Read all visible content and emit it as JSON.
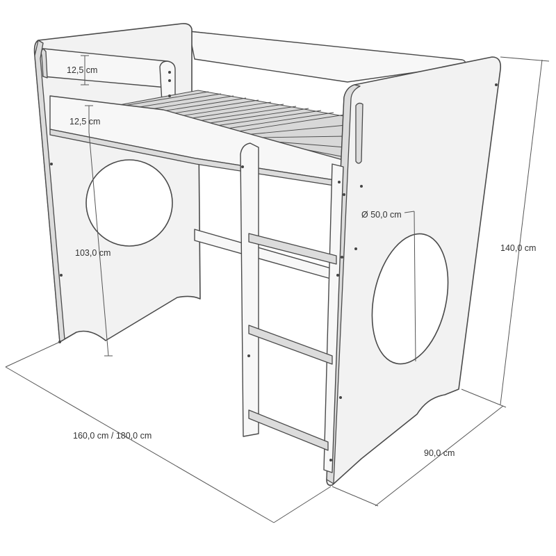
{
  "dimensions": {
    "rail_height_top": "12,5 cm",
    "rail_height_lower": "12,5 cm",
    "underbed_height": "103,0 cm",
    "hole_diameter": "Ø 50,0 cm",
    "total_height": "140,0 cm",
    "length": "160,0 cm / 180,0 cm",
    "width": "90,0 cm"
  },
  "colors": {
    "panel": "#f2f2f2",
    "outline": "#4a4a4a",
    "dimension_line": "#555555"
  }
}
